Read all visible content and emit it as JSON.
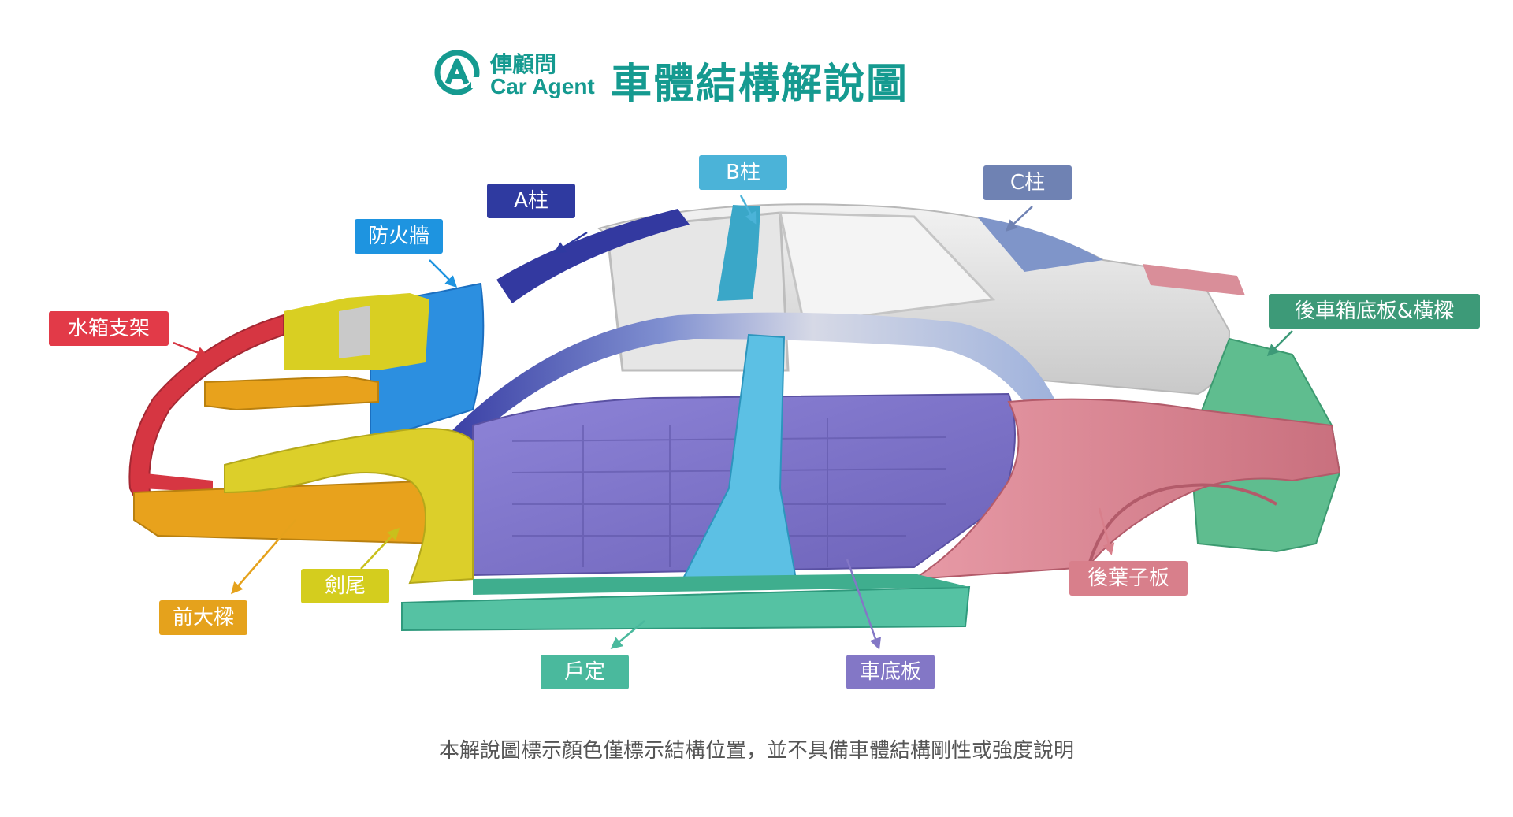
{
  "header": {
    "brand_cn": "俥顧問",
    "brand_en": "Car Agent",
    "title": "車體結構解說圖",
    "brand_color": "#159a90"
  },
  "labels": {
    "radiator_support": {
      "text": "水箱支架",
      "color": "#e23a48"
    },
    "front_rail": {
      "text": "前大樑",
      "color": "#e5a21c"
    },
    "fender_apron": {
      "text": "劍尾",
      "color": "#d4cd1e"
    },
    "firewall": {
      "text": "防火牆",
      "color": "#1e94e0"
    },
    "a_pillar": {
      "text": "A柱",
      "color": "#2f3aa0"
    },
    "b_pillar": {
      "text": "B柱",
      "color": "#4bb3d8"
    },
    "c_pillar": {
      "text": "C柱",
      "color": "#6f82b3"
    },
    "trunk_floor": {
      "text": "後車箱底板&橫樑",
      "color": "#3d9a78"
    },
    "quarter_panel": {
      "text": "後葉子板",
      "color": "#d87f8b"
    },
    "floor_pan": {
      "text": "車底板",
      "color": "#8377c6"
    },
    "sill": {
      "text": "戶定",
      "color": "#4ab99d"
    }
  },
  "footnote": "本解說圖標示顏色僅標示結構位置，並不具備車體結構剛性或強度說明"
}
